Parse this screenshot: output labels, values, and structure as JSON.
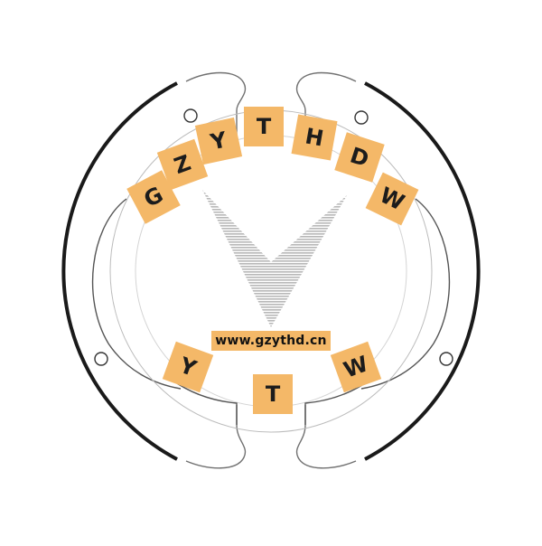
{
  "watermark": {
    "top_letters": [
      "G",
      "Z",
      "Y",
      "T",
      "H",
      "D",
      "W"
    ],
    "bottom_letters": [
      "Y",
      "T",
      "W"
    ],
    "url": "www.gzythd.cn"
  },
  "colors": {
    "tile": "#f4b868",
    "outline": "#1a1a1a",
    "thin_line": "#9a9a9a",
    "logo_gray": "#bdbdbd"
  },
  "icons": {
    "logo": "v-logo-icon"
  }
}
